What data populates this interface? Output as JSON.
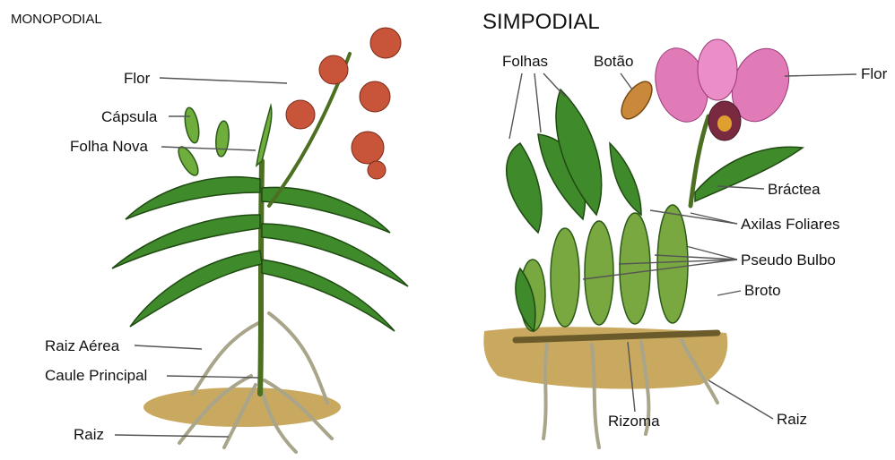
{
  "left": {
    "title": "MONOPODIAL",
    "labels": {
      "flor": "Flor",
      "capsula": "Cápsula",
      "folha_nova": "Folha Nova",
      "raiz_aerea": "Raiz Aérea",
      "caule_principal": "Caule Principal",
      "raiz": "Raiz"
    }
  },
  "right": {
    "title": "SIMPODIAL",
    "labels": {
      "folhas": "Folhas",
      "botao": "Botão",
      "flor": "Flor",
      "bractea": "Bráctea",
      "axilas_foliares": "Axilas Foliares",
      "pseudo_bulbo": "Pseudo Bulbo",
      "broto": "Broto",
      "rizoma": "Rizoma",
      "raiz": "Raiz"
    }
  },
  "colors": {
    "leaf": "#3f8a2a",
    "monopodial_flower": "#c8553a",
    "simpodial_flower": "#e07bb8",
    "soil": "#c9a860"
  }
}
